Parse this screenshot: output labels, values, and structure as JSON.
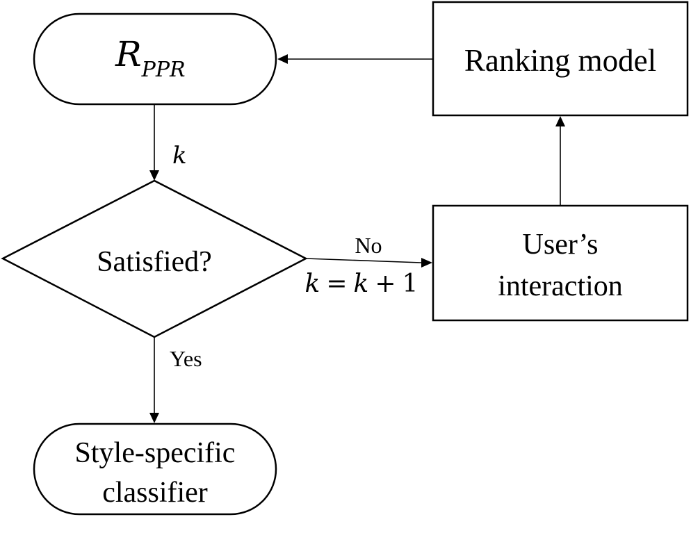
{
  "nodes": {
    "start": {
      "symbol": "R",
      "subscript": "PPR"
    },
    "ranking_model": {
      "label": "Ranking model"
    },
    "decision": {
      "label": "Satisfied?"
    },
    "user_interaction": {
      "line1": "User’s",
      "line2": "interaction"
    },
    "end": {
      "line1": "Style-specific",
      "line2": "classifier"
    }
  },
  "edges": {
    "start_to_decision": {
      "label": "k"
    },
    "decision_no": {
      "label": "No",
      "update": {
        "lhs": "k",
        "op": "=",
        "rhs_var": "k",
        "plus": "+",
        "one": "1"
      }
    },
    "decision_yes": {
      "label": "Yes"
    }
  }
}
